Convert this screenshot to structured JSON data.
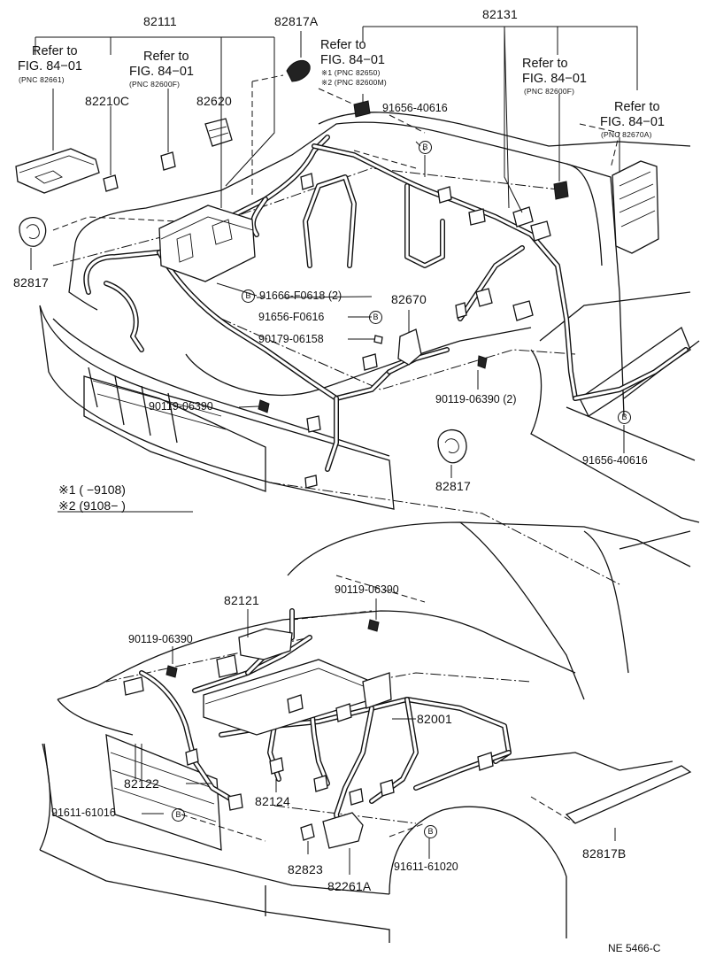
{
  "top": {
    "labels": {
      "p82111": "82111",
      "p82817A": "82817A",
      "p82131": "82131",
      "p82210C": "82210C",
      "p82620": "82620",
      "p82817_left": "82817",
      "p82817_right": "82817",
      "p82670": "82670",
      "b91666F0618": "91666-F0618 (2)",
      "b91656F0616": "91656-F0616",
      "p90179": "90179-06158",
      "p90119_left": "90119-06390",
      "p90119_right": "90119-06390 (2)",
      "b91656_40616_top": "91656-40616",
      "b91656_40616_bottom": "91656-40616"
    },
    "refs": [
      {
        "line1": "Refer to",
        "line2": "FIG. 84−01",
        "pnc": "(PNC 82661)"
      },
      {
        "line1": "Refer to",
        "line2": "FIG. 84−01",
        "pnc": "(PNC 82600F)"
      },
      {
        "line1": "Refer to",
        "line2": "FIG. 84−01",
        "pnc1": "※1 (PNC 82650)",
        "pnc2": "※2 (PNC 82600M)"
      },
      {
        "line1": "Refer to",
        "line2": "FIG. 84−01",
        "pnc": "(PNC 82600F)"
      },
      {
        "line1": "Refer to",
        "line2": "FIG. 84−01",
        "pnc": "(PNC 82670A)"
      }
    ],
    "notes": {
      "n1": "※1 (      −9108)",
      "n2": "※2 (9108−        )"
    },
    "bolt_marker": "B"
  },
  "bottom": {
    "labels": {
      "p82121": "82121",
      "p90119_a": "90119-06390",
      "p90119_b": "90119-06390",
      "p82001": "82001",
      "p82122": "82122",
      "p82124": "82124",
      "b91611_61016": "91611-61016",
      "b91611_61020": "91611-61020",
      "p82823": "82823",
      "p82261A": "82261A",
      "p82817B": "82817B"
    }
  },
  "footer": {
    "code": "NE 5466-C"
  }
}
